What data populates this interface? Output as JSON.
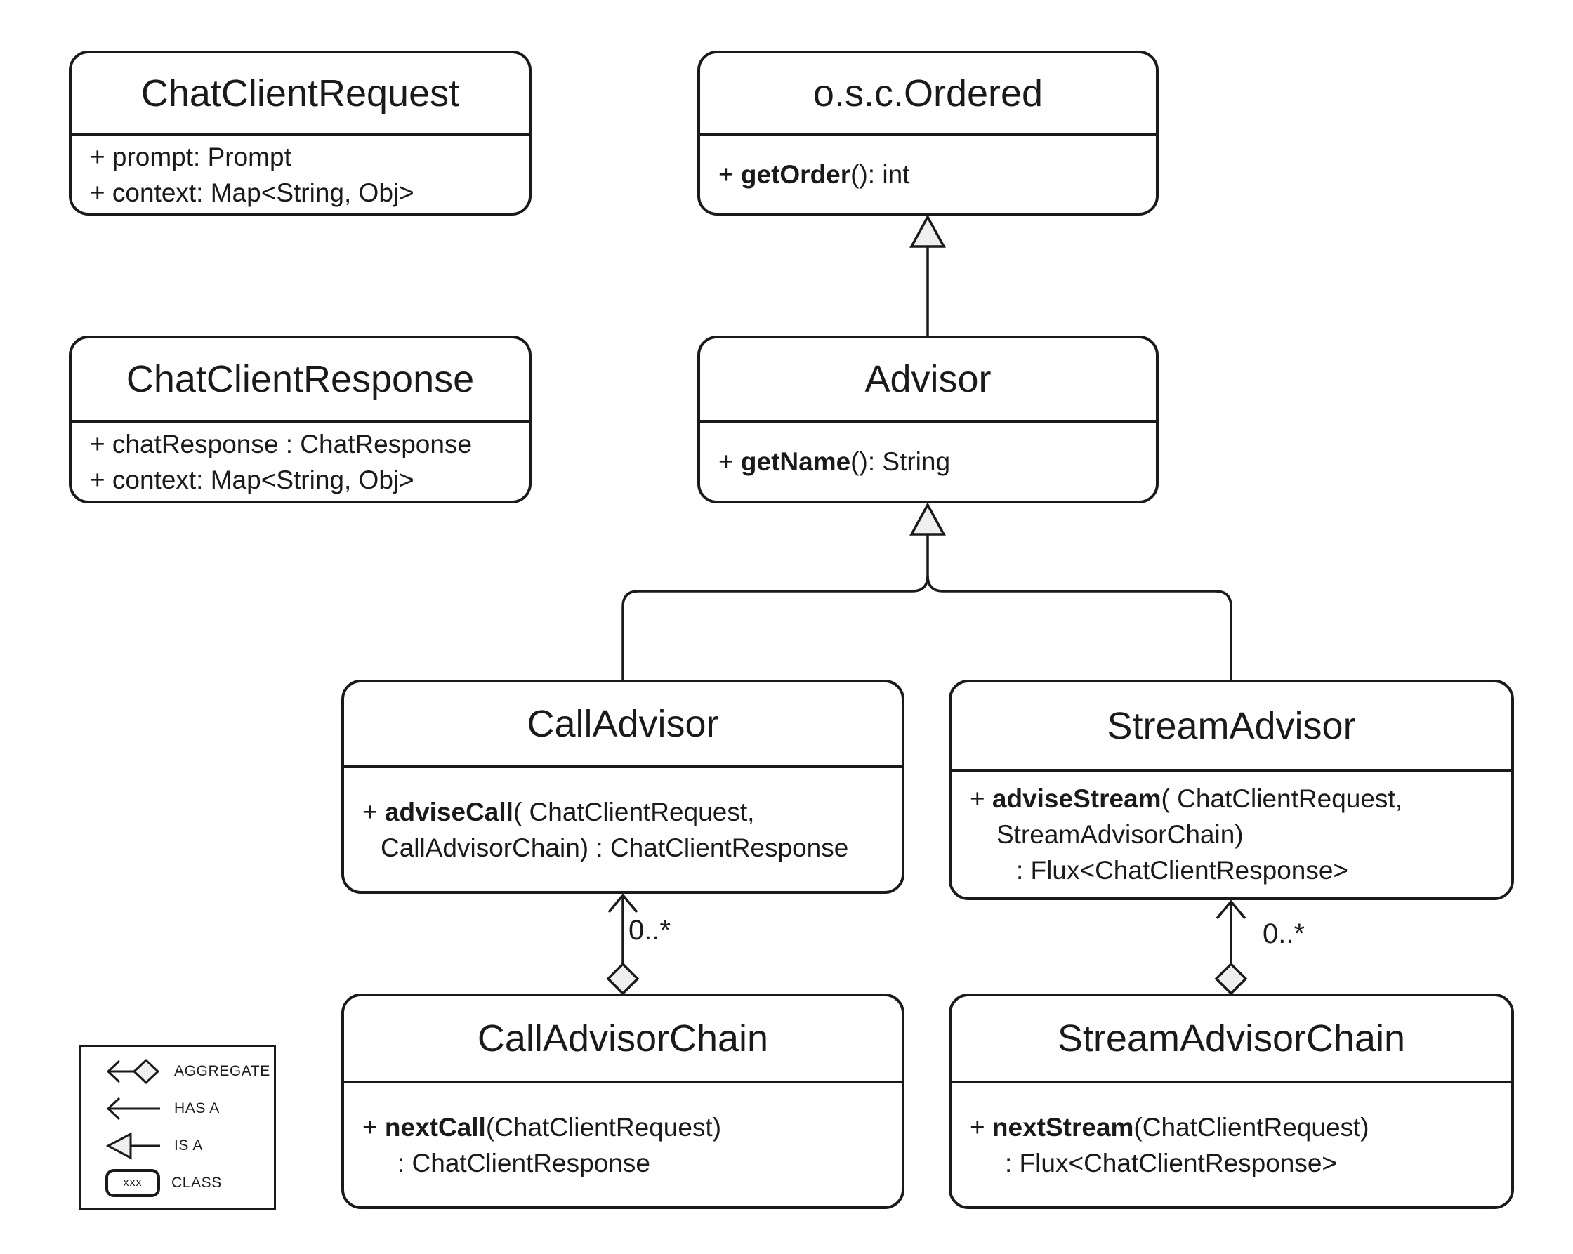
{
  "colors": {
    "stroke": "#1a1a1a",
    "shape_fill": "#efefef",
    "background": "#ffffff"
  },
  "classes": {
    "chatClientRequest": {
      "title": "ChatClientRequest",
      "m1": "+ prompt: Prompt",
      "m2": "+ context: Map<String, Obj>"
    },
    "ordered": {
      "title": "o.s.c.Ordered",
      "m1pre": "+ ",
      "m1bold": "getOrder",
      "m1post": "(): int"
    },
    "chatClientResponse": {
      "title": "ChatClientResponse",
      "m1": "+ chatResponse : ChatResponse",
      "m2": "+ context: Map<String, Obj>"
    },
    "advisor": {
      "title": "Advisor",
      "m1pre": "+ ",
      "m1bold": "getName",
      "m1post": "(): String"
    },
    "callAdvisor": {
      "title": "CallAdvisor",
      "m1pre": "+ ",
      "m1bold": "adviseCall",
      "m1post": "( ChatClientRequest,",
      "m2": "CallAdvisorChain) : ChatClientResponse"
    },
    "streamAdvisor": {
      "title": "StreamAdvisor",
      "m1pre": "+ ",
      "m1bold": "adviseStream",
      "m1post": "( ChatClientRequest,",
      "m2": "StreamAdvisorChain)",
      "m3": ": Flux<ChatClientResponse>"
    },
    "callAdvisorChain": {
      "title": "CallAdvisorChain",
      "m1pre": "+ ",
      "m1bold": "nextCall",
      "m1post": "(ChatClientRequest)",
      "m2": ": ChatClientResponse"
    },
    "streamAdvisorChain": {
      "title": "StreamAdvisorChain",
      "m1pre": "+ ",
      "m1bold": "nextStream",
      "m1post": "(ChatClientRequest)",
      "m2": ": Flux<ChatClientResponse>"
    }
  },
  "relations": {
    "callAggregation": {
      "multiplicity": "0..*"
    },
    "streamAggregation": {
      "multiplicity": "0..*"
    }
  },
  "legend": {
    "items": [
      {
        "icon": "aggregate-icon",
        "label": "AGGREGATE"
      },
      {
        "icon": "has-a-icon",
        "label": "HAS A"
      },
      {
        "icon": "is-a-icon",
        "label": "IS A"
      },
      {
        "icon": "class-icon",
        "label": "CLASS",
        "icon_text": "xxx"
      }
    ]
  }
}
